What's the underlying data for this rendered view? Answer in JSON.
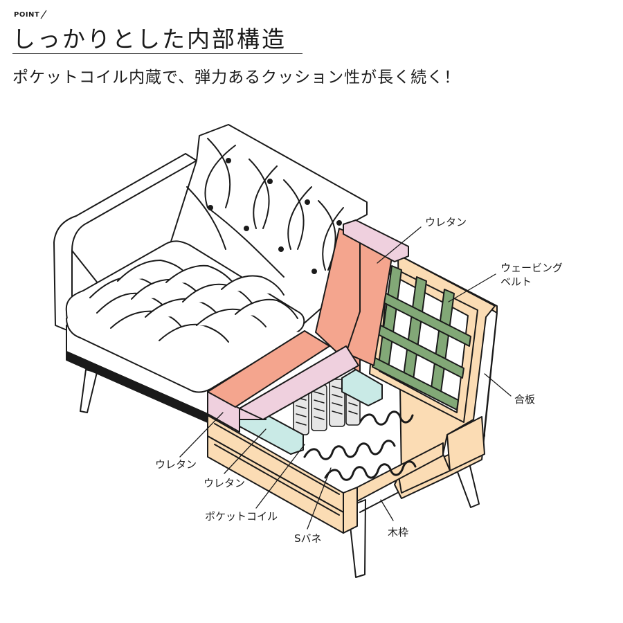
{
  "header": {
    "point_tag": "POINT",
    "title": "しっかりとした内部構造",
    "subtitle": "ポケットコイル内蔵で、弾力あるクッション性が長く続く！"
  },
  "labels": {
    "urethane_back": "ウレタン",
    "webbing_line1": "ウェービング",
    "webbing_line2": "ベルト",
    "plywood": "合板",
    "urethane_seat_top": "ウレタン",
    "urethane_seat_bottom": "ウレタン",
    "pocket_coil": "ポケットコイル",
    "s_spring": "Sバネ",
    "wood_frame": "木枠"
  },
  "colors": {
    "urethane_salmon": "#f4a58e",
    "urethane_pink": "#efd0de",
    "urethane_mint": "#c9eae6",
    "webbing_green": "#82a877",
    "plywood_wood": "#fbdcb4",
    "outline": "#1a1a1a"
  }
}
